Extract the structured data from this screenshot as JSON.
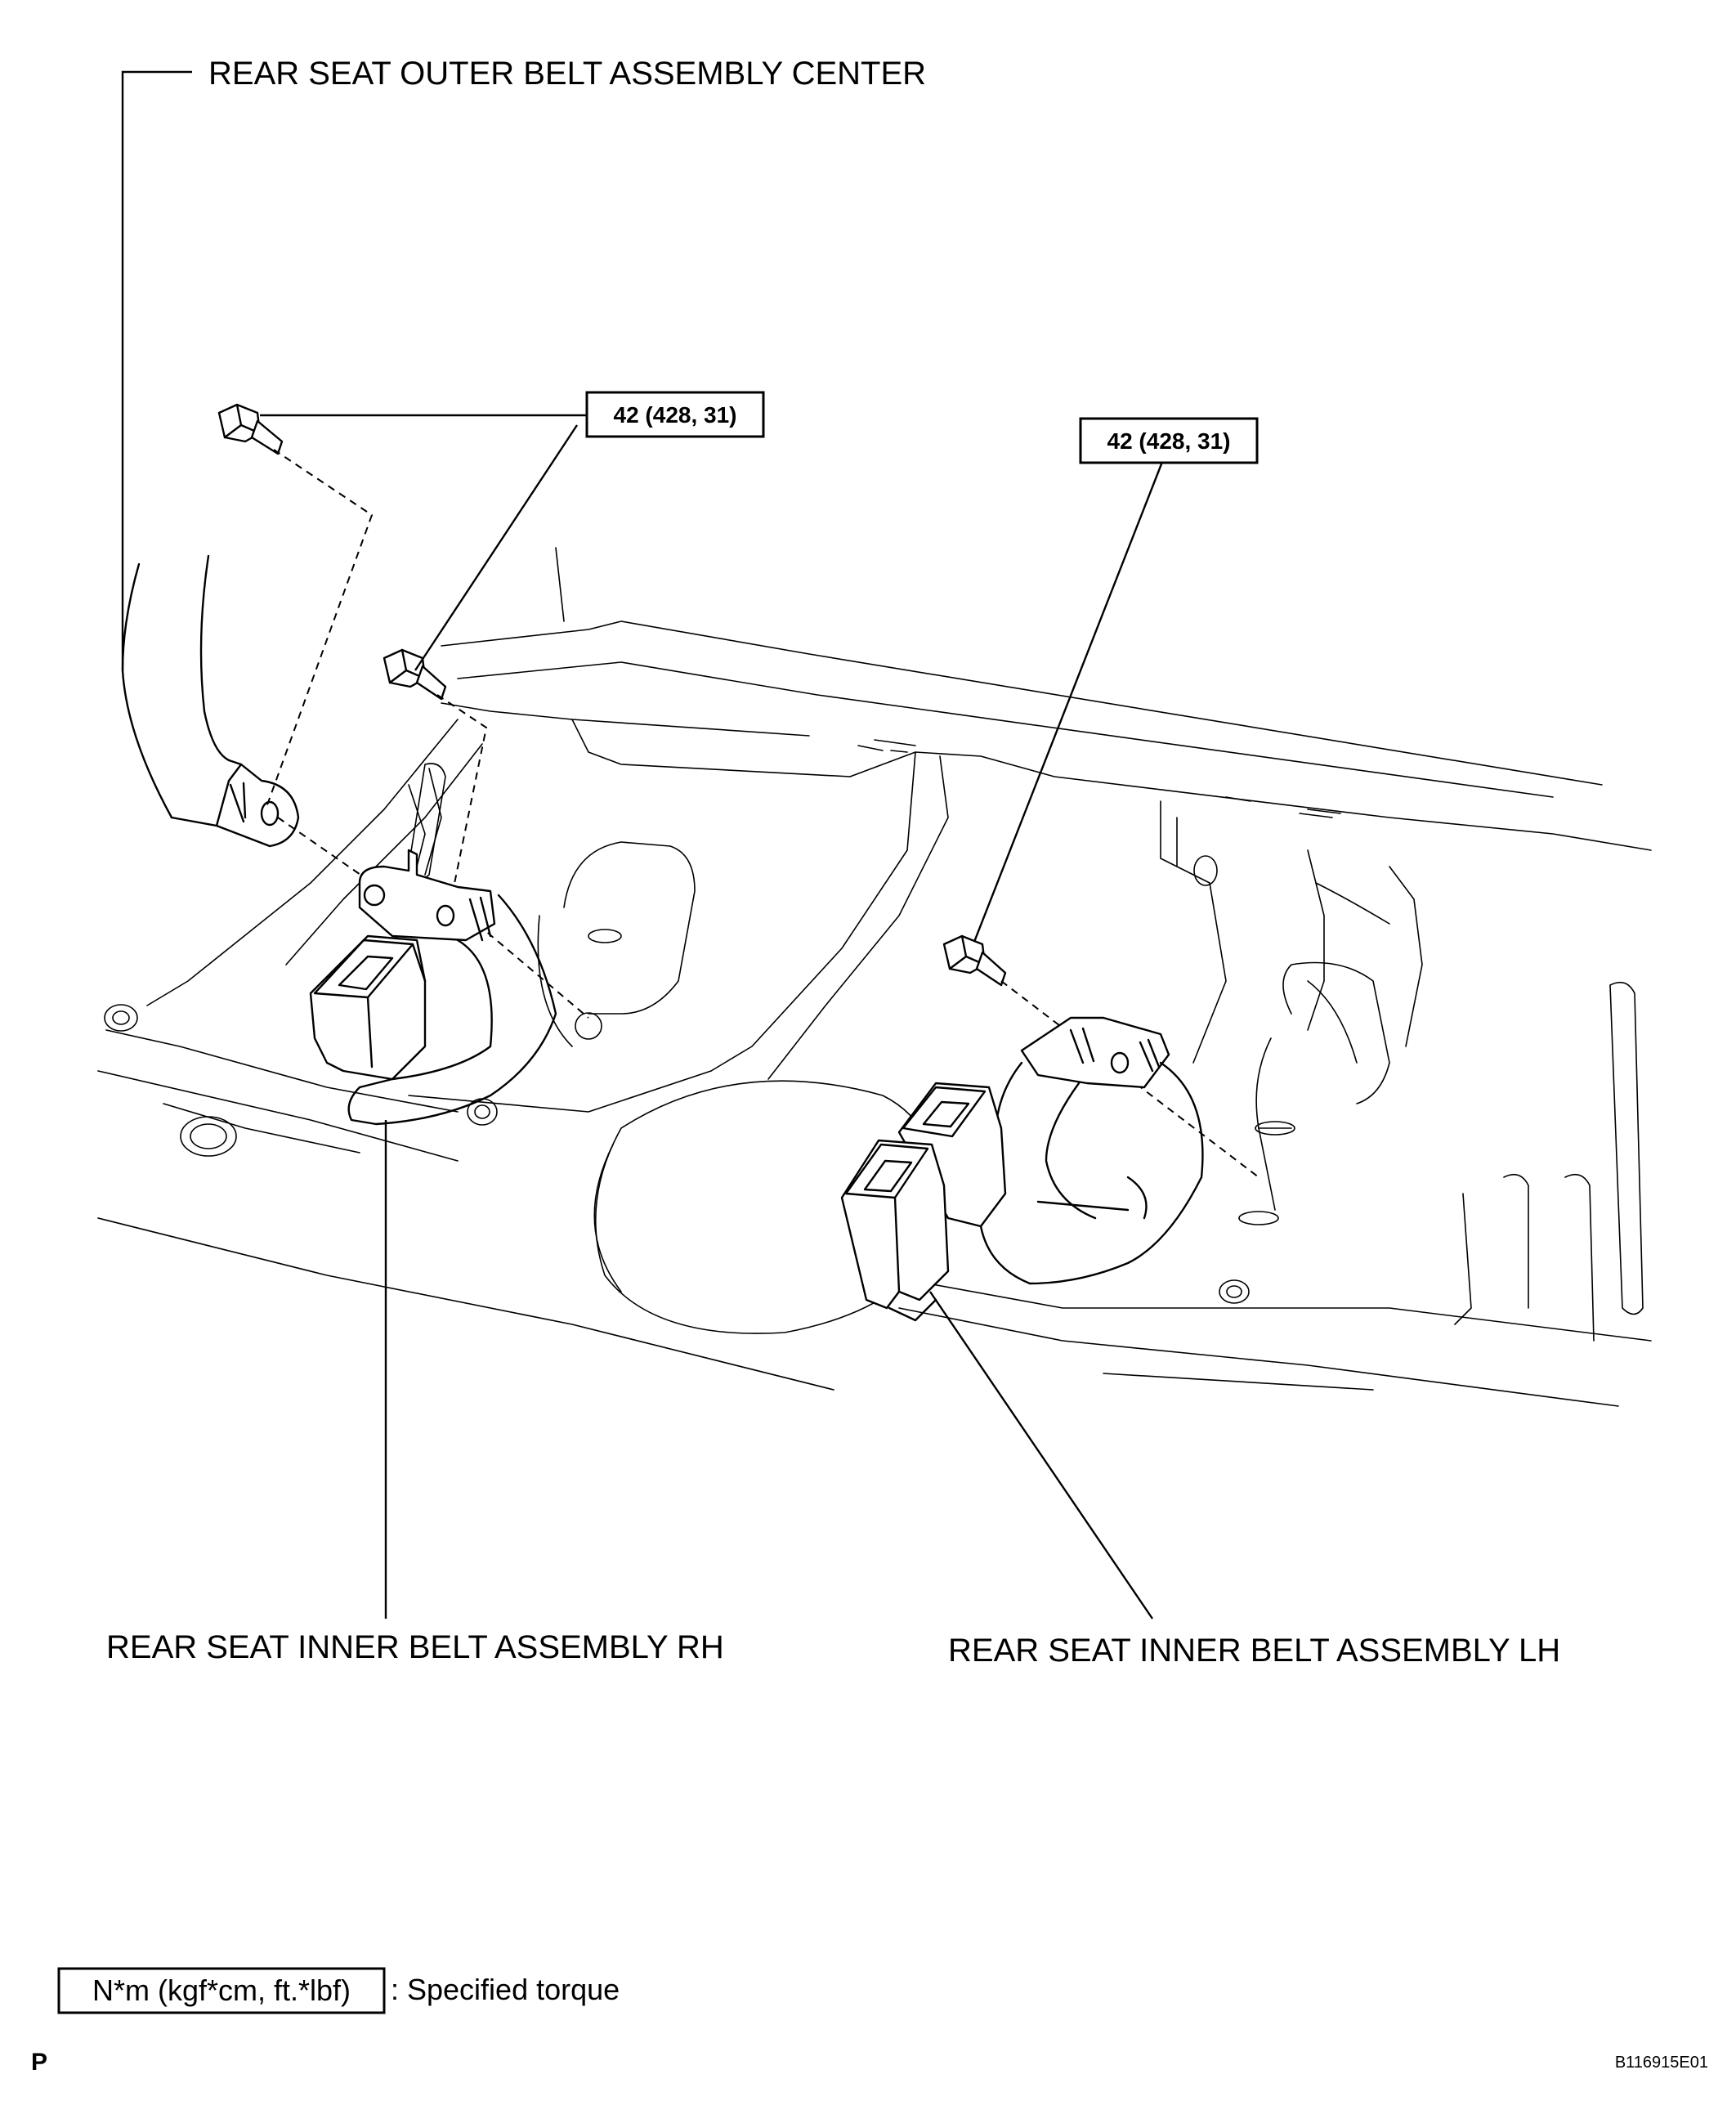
{
  "labels": {
    "outer_center": "REAR SEAT OUTER BELT ASSEMBLY CENTER",
    "inner_rh": "REAR SEAT INNER BELT ASSEMBLY RH",
    "inner_lh": "REAR SEAT INNER BELT ASSEMBLY LH"
  },
  "torque": {
    "rh": "42 (428, 31)",
    "lh": "42 (428, 31)"
  },
  "legend": {
    "unit": "N*m (kgf*cm, ft.*lbf)",
    "description": ": Specified torque"
  },
  "footer": {
    "page_mark": "P",
    "figure_code": "B116915E01"
  }
}
